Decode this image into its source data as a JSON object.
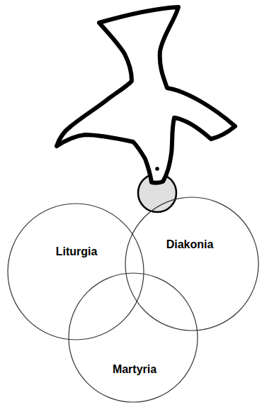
{
  "diagram": {
    "nodes": [
      {
        "text": [
          "Liturgia"
        ]
      },
      {
        "text": [
          "Diakonia"
        ]
      },
      {
        "text": [
          "Martyria"
        ]
      }
    ]
  }
}
